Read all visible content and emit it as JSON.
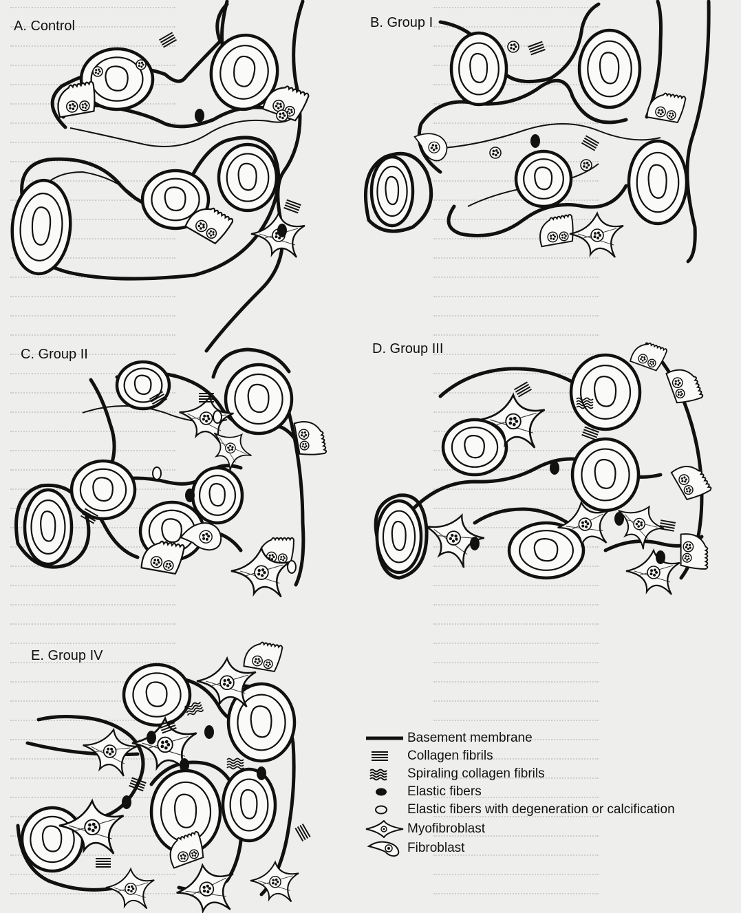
{
  "panels": {
    "a": "A. Control",
    "b": "B. Group I",
    "c": "C. Group II",
    "d": "D. Group III",
    "e": "E. Group IV"
  },
  "legend": [
    {
      "symbol": "basement-membrane",
      "label": "Basement membrane"
    },
    {
      "symbol": "collagen-fibrils",
      "label": "Collagen fibrils"
    },
    {
      "symbol": "spiraling-collagen-fibrils",
      "label": "Spiraling collagen fibrils"
    },
    {
      "symbol": "elastic-fibers",
      "label": "Elastic fibers"
    },
    {
      "symbol": "elastic-fibers-degenerated",
      "label": "Elastic fibers with degeneration or calcification"
    },
    {
      "symbol": "myofibroblast",
      "label": "Myofibroblast"
    },
    {
      "symbol": "fibroblast",
      "label": "Fibroblast"
    }
  ],
  "colors": {
    "ink": "#111111",
    "paper": "#eeeeec",
    "showthrough": "#9a9a98"
  }
}
